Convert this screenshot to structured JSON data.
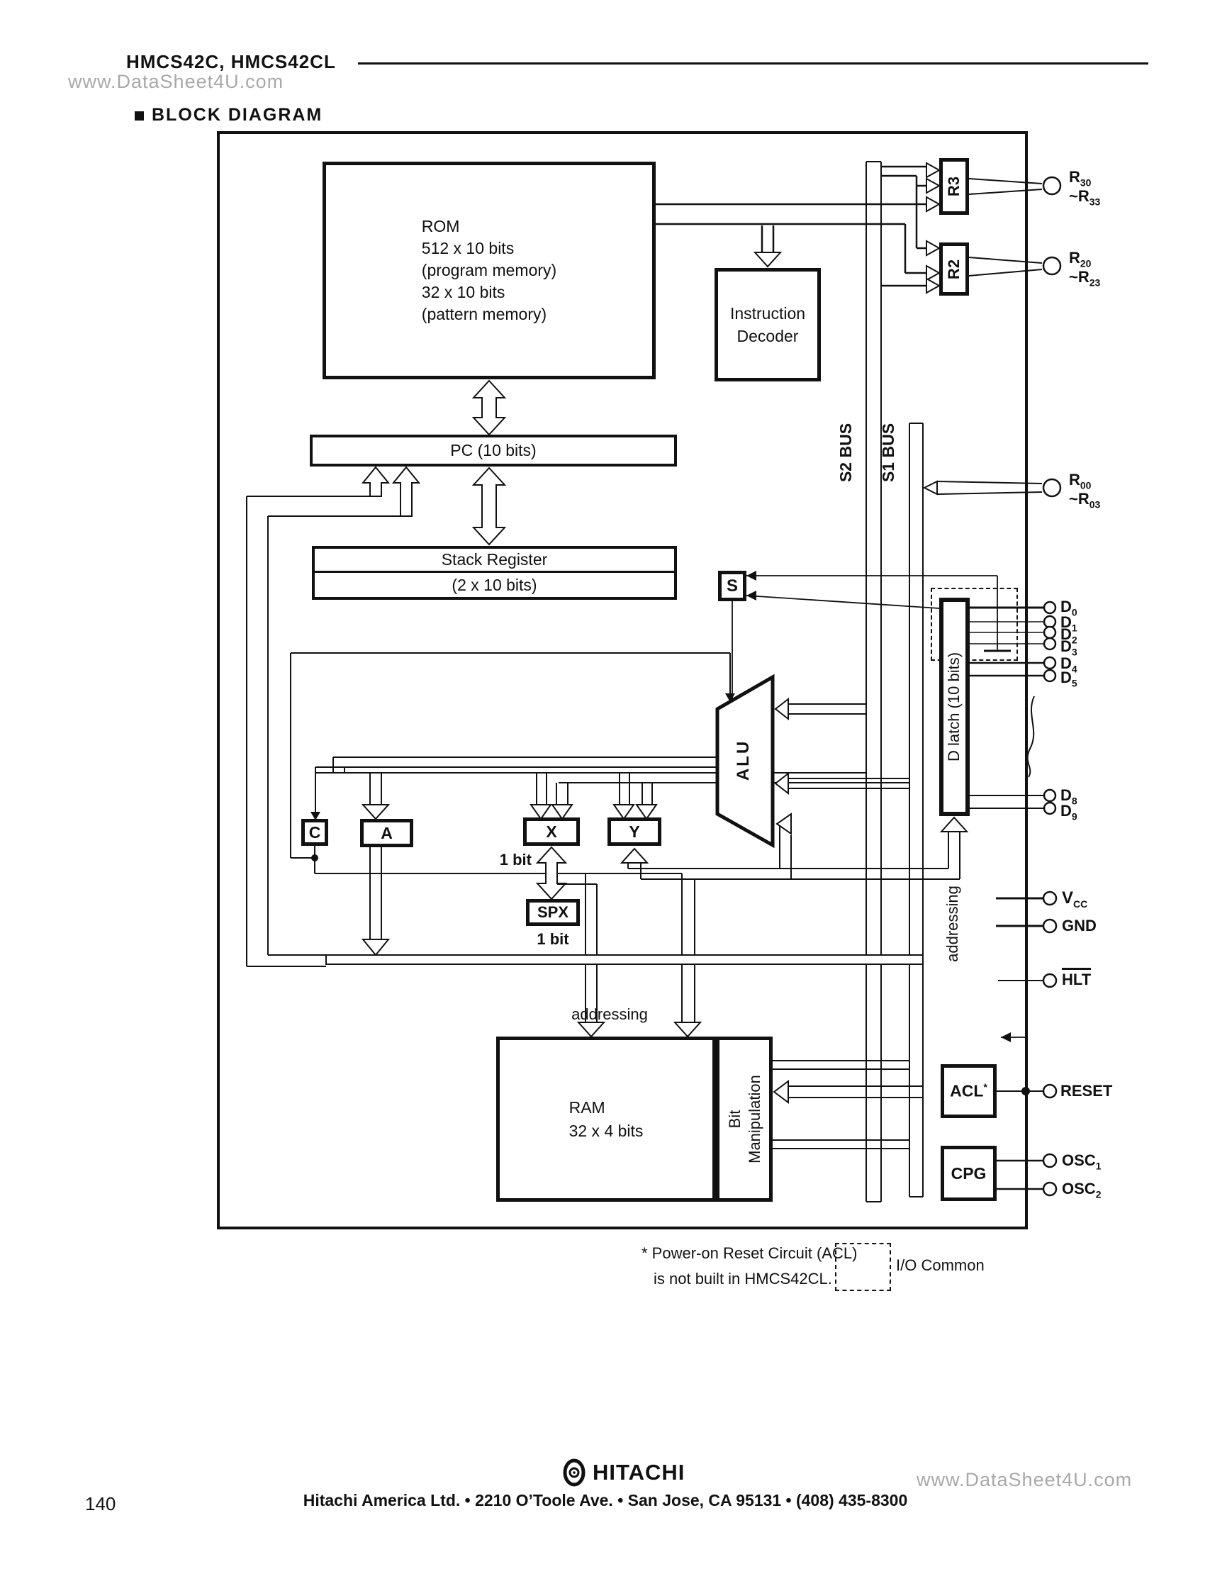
{
  "header": {
    "watermark": "www.DataSheet4U.com",
    "title": "HMCS42C, HMCS42CL",
    "section": "BLOCK DIAGRAM"
  },
  "blocks": {
    "rom": {
      "l1": "ROM",
      "l2": "512 x 10 bits",
      "l3": "(program memory)",
      "l4": "32 x 10 bits",
      "l5": "(pattern memory)"
    },
    "decoder": {
      "l1": "Instruction",
      "l2": "Decoder"
    },
    "pc": {
      "label": "PC (10 bits)"
    },
    "stack": {
      "l1": "Stack Register",
      "l2": "(2 x 10 bits)"
    },
    "s": {
      "label": "S"
    },
    "alu": {
      "label": "ALU"
    },
    "c": {
      "label": "C"
    },
    "a": {
      "label": "A"
    },
    "x": {
      "label": "X"
    },
    "y": {
      "label": "Y"
    },
    "spx": {
      "label": "SPX"
    },
    "ram": {
      "l1": "RAM",
      "l2": "32 x 4 bits"
    },
    "bitmanip": {
      "l1": "Bit",
      "l2": "Manipulation"
    },
    "dlatch": {
      "label": "D latch (10 bits)"
    },
    "r3box": {
      "label": "R3"
    },
    "r2box": {
      "label": "R2"
    },
    "acl": {
      "label": "ACL",
      "sup": "*"
    },
    "cpg": {
      "label": "CPG"
    }
  },
  "buses": {
    "s2": "S2 BUS",
    "s1": "S1 BUS",
    "addr_ram": "addressing",
    "addr_dlatch": "addressing"
  },
  "labels": {
    "one_bit_x": "1 bit",
    "one_bit_spx": "1 bit"
  },
  "pins": {
    "r3": {
      "l1m": "R",
      "l1s": "30",
      "l2m": "~R",
      "l2s": "33"
    },
    "r2": {
      "l1m": "R",
      "l1s": "20",
      "l2m": "~R",
      "l2s": "23"
    },
    "r0": {
      "l1m": "R",
      "l1s": "00",
      "l2m": "~R",
      "l2s": "03"
    },
    "d0": {
      "m": "D",
      "s": "0"
    },
    "d1": {
      "m": "D",
      "s": "1"
    },
    "d2": {
      "m": "D",
      "s": "2"
    },
    "d3": {
      "m": "D",
      "s": "3"
    },
    "d4": {
      "m": "D",
      "s": "4"
    },
    "d5": {
      "m": "D",
      "s": "5"
    },
    "d8": {
      "m": "D",
      "s": "8"
    },
    "d9": {
      "m": "D",
      "s": "9"
    },
    "vcc": {
      "m": "V",
      "s": "CC"
    },
    "gnd": {
      "label": "GND"
    },
    "hlt": {
      "label": "HLT"
    },
    "reset": {
      "label": "RESET"
    },
    "osc1": {
      "m": "OSC",
      "s": "1"
    },
    "osc2": {
      "m": "OSC",
      "s": "2"
    }
  },
  "legend": {
    "note1": "* Power-on Reset Circuit (ACL)",
    "note2": "is not built in HMCS42CL.",
    "io": "I/O Common"
  },
  "footer": {
    "brand": "HITACHI",
    "address": "Hitachi America Ltd.  •  2210 O’Toole Ave.  •  San Jose, CA 95131  •  (408) 435-8300",
    "watermark": "www.DataSheet4U.com",
    "page": "140"
  },
  "colors": {
    "ink": "#111111",
    "watermark": "#a9a9a9",
    "paper": "#ffffff"
  }
}
